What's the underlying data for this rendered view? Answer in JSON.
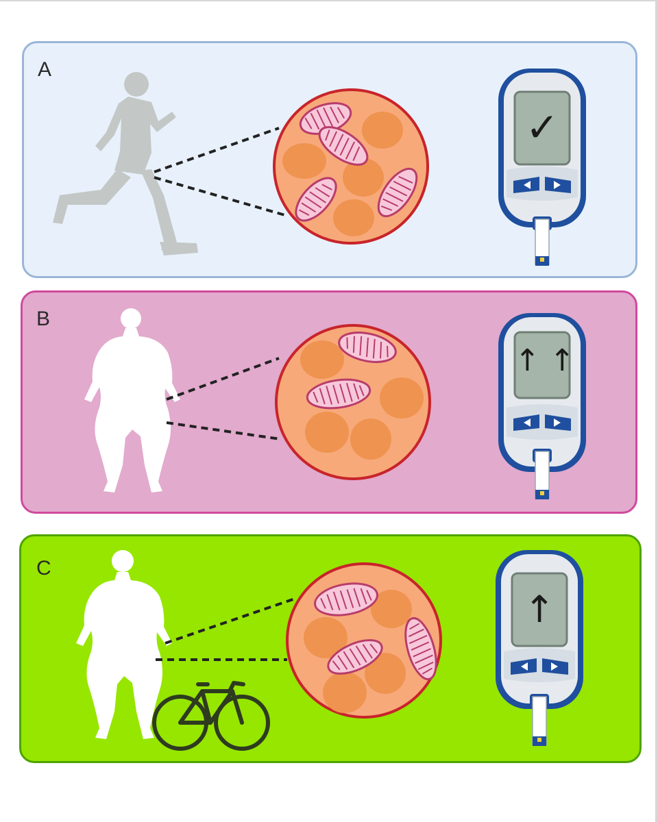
{
  "panels": [
    {
      "id": "a",
      "label": "A",
      "subject": "runner-figure",
      "meter_reading": "✓",
      "colors": {
        "bg": "#e8f1fb",
        "border": "#9ab5d8",
        "figure": "#c3c8c7"
      }
    },
    {
      "id": "b",
      "label": "B",
      "subject": "obese-figure",
      "meter_reading": "↑ ↑",
      "colors": {
        "bg": "#e2aacd",
        "border": "#cf4a9c",
        "figure": "#ffffff"
      }
    },
    {
      "id": "c",
      "label": "C",
      "subject": "obese-figure-with-bicycle",
      "meter_reading": "↑",
      "colors": {
        "bg": "#96e600",
        "border": "#4fa300",
        "figure": "#ffffff",
        "bicycle": "#2e3b1f"
      }
    }
  ],
  "colors": {
    "cell_fill": "#f7a97a",
    "cell_border": "#c8242a",
    "lipid_droplet": "#ef9350",
    "mitochondria_fill": "#f7c8da",
    "mitochondria_outline": "#b83c6a",
    "meter_body": "#e6eaee",
    "meter_frame": "#1f4f9e",
    "meter_screen": "#a5b5a9"
  }
}
